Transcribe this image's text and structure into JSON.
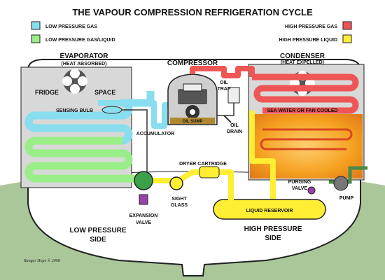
{
  "title": "THE VAPOUR COMPRESSION REFRIGERATION CYCLE",
  "legend": [
    {
      "label": "LOW PRESSURE GAS",
      "color": "#88ddee"
    },
    {
      "label": "LOW PRESSURE GAS/LIQUID",
      "color": "#99ee88"
    },
    {
      "label": "HIGH PRESSURE GAS",
      "color": "#ee5555"
    },
    {
      "label": "HIGH PRESSURE LIQUID",
      "color": "#ffee33"
    }
  ],
  "labels": {
    "evaporator": "EVAPORATOR",
    "heat_absorbed": "(HEAT ABSORBED)",
    "compressor": "COMPRESSOR",
    "condenser": "CONDENSER",
    "heat_expelled": "(HEAT EXPELLED)",
    "fridge": "FRIDGE",
    "space": "SPACE",
    "oil_trap_1": "OIL",
    "oil_trap_2": "TRAP",
    "sensing_bulb": "SENSING BULB",
    "oil_sump": "OIL SUMP",
    "sea_water": "SEA WATER OR FAN COOLED",
    "accumulator": "ACCUMULATOR",
    "oil_drain_1": "OIL",
    "oil_drain_2": "DRAIN",
    "dryer_cartridge": "DRYER CARTRIDGE",
    "purging_1": "PURGING",
    "purging_2": "VALVE",
    "pump": "PUMP",
    "sight_1": "SIGHT",
    "sight_2": "GLASS",
    "liquid_reservoir": "LIQUID RESERVOIR",
    "expansion_1": "EXPANSION",
    "expansion_2": "VALVE",
    "low_side_1": "LOW PRESSURE",
    "low_side_2": "SIDE",
    "high_side_1": "HIGH PRESSURE",
    "high_side_2": "SIDE",
    "credit": "Ranger Hope © 2008"
  },
  "colors": {
    "low_gas": "#88ddee",
    "low_mix": "#99ee88",
    "high_gas": "#ee5555",
    "high_liquid": "#ffee33",
    "ground": "#aac79a",
    "box": "#d8d8d8",
    "heat": "#f5a020"
  }
}
